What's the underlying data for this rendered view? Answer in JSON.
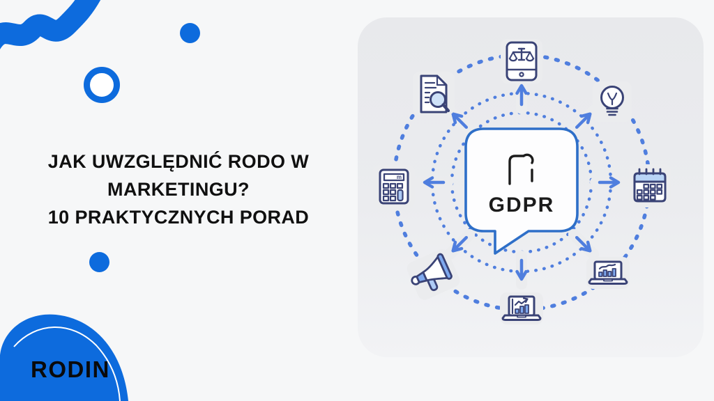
{
  "page": {
    "background": "#f6f7f8",
    "panel_background": "#ebecef"
  },
  "colors": {
    "brand_blue": "#0d6bdd",
    "dotted_circle_blue": "#4f7ede",
    "icon_outline_navy": "#3a4376",
    "icon_fill_light": "#aecbf5",
    "icon_fill_mid": "#7fa9ef",
    "bubble_border_blue": "#2e6fc8",
    "text_black": "#101010"
  },
  "title": {
    "lines": [
      "JAK UWZGLĘDNIĆ RODO W",
      "MARKETINGU?",
      "10 PRAKTYCZNYCH PORAD"
    ]
  },
  "logo": {
    "text": "RODIN"
  },
  "diagram": {
    "center_label": "GDPR",
    "calculator_display": "m",
    "icons": [
      "smartphone-scales-icon",
      "document-magnifier-icon",
      "lightbulb-icon",
      "calculator-icon",
      "calendar-icon",
      "megaphone-icon",
      "laptop-bar-chart-icon",
      "laptop-trend-chart-icon"
    ],
    "rings": [
      "inner-dotted-circle",
      "middle-dotted-circle",
      "outer-dotted-circle"
    ],
    "arrow_directions": [
      "N",
      "NE",
      "E",
      "SE",
      "S",
      "SW",
      "W",
      "NW"
    ]
  }
}
